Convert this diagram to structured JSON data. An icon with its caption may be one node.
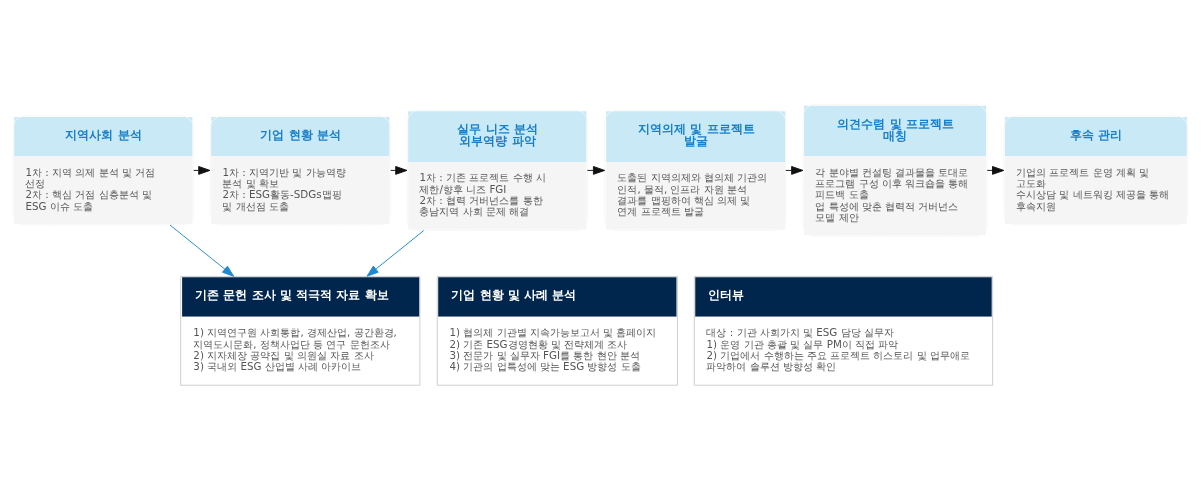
{
  "diagram": {
    "nodes": [
      {
        "text": [
          "지역사회 분석",
          "1차 : 지역 의제 분석 및 거점 선정",
          "2차 : 핵심 거점 심층분석 및 ESG 이슈 도출"
        ]
      },
      {
        "text": [
          "기업 현황 분석",
          "1차 : 지역기반 및 가능역량 분석 및 확보",
          "2차 : ESG활동-SDGs맵핑 및 개선점 도출"
        ]
      },
      {
        "text": [
          "실무 니즈 분석 외부역량 파악",
          "1차 : 기존 프로젝트 수행 시 제한/향후 니즈 FGI",
          "2차 : 협력 거버넌스를 통한 충남지역 사회 문제 해결"
        ]
      },
      {
        "text": [
          "지역의제 및 프로젝트 발굴",
          "도출된 지역의제와 협의체 기관의 인적, 물적, 인프라 자원 분석 결과를 맵핑하여 핵심 의제 및 연계 프로젝트 발굴"
        ]
      },
      {
        "text": [
          "의견수렴 및 프로젝트 매칭",
          "각 분야별 컨설팅 결과물을 토대로 프로그램 구성 이후 워크숍을 통해 피드백 도출",
          "업 특성에 맞춘 협력적 거버넌스 모델 제안"
        ]
      },
      {
        "text": [
          "후속 관리",
          "기업의 프로젝트 운영 계획 및 고도화",
          "수시상담 및 네트워킹 제공을 통해 후속지원"
        ]
      },
      {
        "text": [
          "기존 문헌 조사 및 적극적 자료 확보",
          "1) 지역연구원 사회통합, 경제산업, 공간환경, 지역도시문화, 정책사업단 등 연구 문헌조사",
          "2) 지자체장 공약집 및 의원실 자료 조사",
          "3) 국내외 ESG 산업별 사례 아카이브"
        ]
      },
      {
        "text": [
          "기업 현황 및 사례 분석",
          "1) 협의체 기관별 지속가능보고서 및 홈페이지",
          "2) 기존 ESG경영현황 및 전략체계 조사",
          "3) 전문가 및 실무자 FGI를 통한 현안 분석",
          "4) 기관의 업특성에 맞는 ESG 방향성 도출"
        ]
      },
      {
        "text": [
          "인터뷰",
          "대상 : 기관 사회가치 및 ESG 담당 실무자",
          "1) 운영 기관 총괄 및 실무 PM이 직접 파악",
          "2) 기업에서 수행하는 주요 프로젝트 히스토리 및 업무애로 파악하여 솔루션 방향성 확인"
        ]
      }
    ],
    "edges": [
      {
        "from": 0,
        "to": 1,
        "arrow": "to"
      },
      {
        "from": 1,
        "to": 2,
        "arrow": "to"
      },
      {
        "from": 2,
        "to": 3,
        "arrow": "to"
      },
      {
        "from": 3,
        "to": 4,
        "arrow": "to"
      },
      {
        "from": 4,
        "to": 5,
        "arrow": "to"
      },
      {
        "from": 0,
        "to": 6,
        "arrow": "to",
        "color": "#1e88d0"
      },
      {
        "from": 2,
        "to": 6,
        "arrow": "to",
        "color": "#1e88d0"
      }
    ]
  }
}
